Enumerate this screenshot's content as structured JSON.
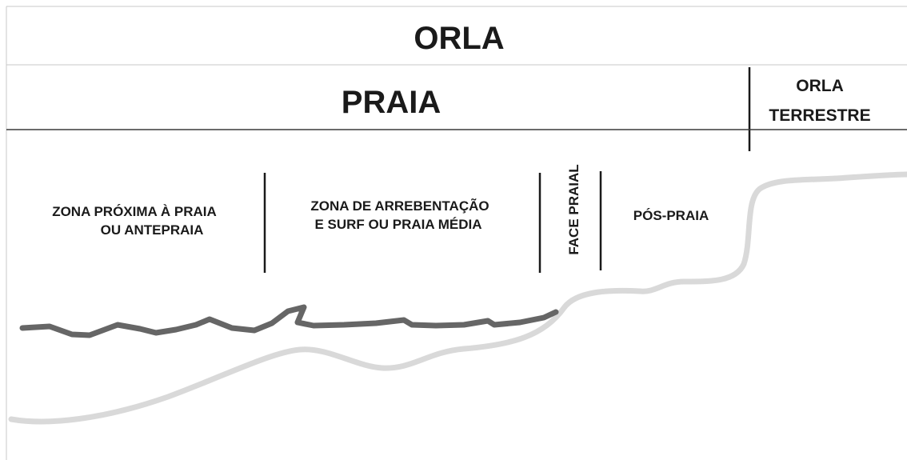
{
  "header": {
    "title": "ORLA",
    "left_section": "PRAIA",
    "right_section_line1": "ORLA",
    "right_section_line2": "TERRESTRE"
  },
  "zones": {
    "nearshore_line1": "ZONA PRÓXIMA À PRAIA",
    "nearshore_line2": "OU ANTEPRAIA",
    "surf_line1": "ZONA DE ARREBENTAÇÃO",
    "surf_line2": "E SURF OU PRAIA MÉDIA",
    "beach_face": "FACE  PRAIAL",
    "backshore": "PÓS-PRAIA"
  },
  "colors": {
    "text": "#1a1a1a",
    "water_surface_line": "#666666",
    "ground_profile_line": "#d9d9d9"
  }
}
